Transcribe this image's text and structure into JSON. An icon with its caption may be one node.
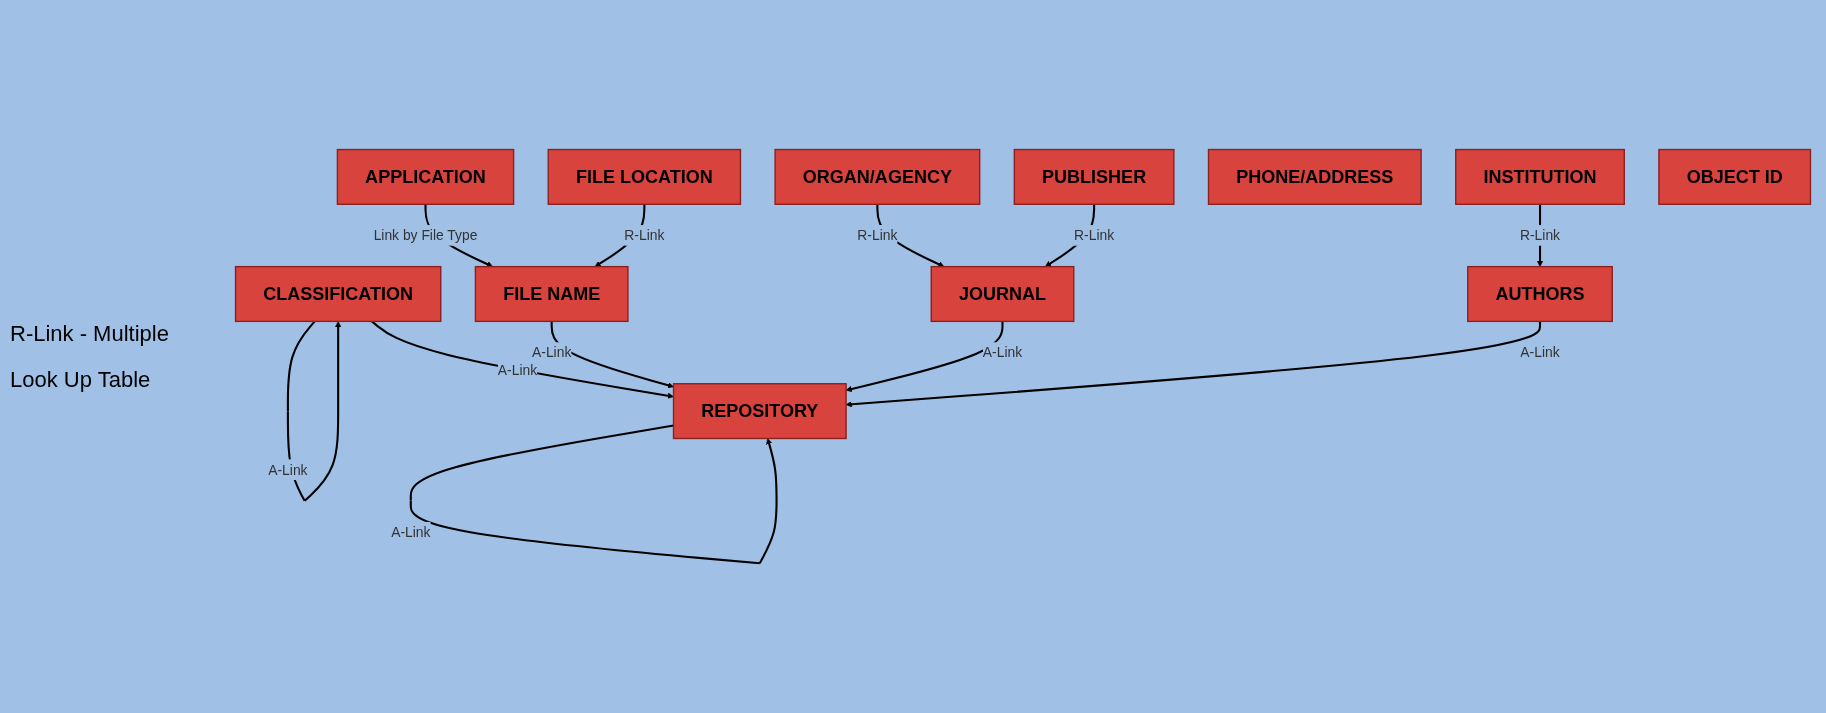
{
  "diagram": {
    "nodes": [
      {
        "text": [
          "APPLICATION"
        ]
      },
      {
        "text": [
          "CLASSIFICATION"
        ]
      },
      {
        "text": [
          "ORGAN/AGENCY"
        ]
      },
      {
        "text": [
          "FILE NAME"
        ]
      },
      {
        "text": [
          "REPOSITORY"
        ]
      },
      {
        "text": [
          "JOURNAL"
        ]
      },
      {
        "text": [
          "FILE LOCATION"
        ]
      },
      {
        "text": [
          "AUTHORS"
        ]
      },
      {
        "text": [
          "PUBLISHER"
        ]
      },
      {
        "text": [
          "PHONE/ADDRESS"
        ]
      },
      {
        "text": [
          "INSTITUTION"
        ]
      },
      {
        "text": [
          "OBJECT ID"
        ]
      }
    ],
    "edges": [
      {
        "from": 0,
        "to": 3,
        "arrow": "to",
        "label": "Link by File Type"
      },
      {
        "from": 1,
        "to": 4,
        "arrow": "to",
        "label": "A-Link"
      },
      {
        "from": 1,
        "to": 1,
        "arrow": "to",
        "label": "A-Link"
      },
      {
        "from": 2,
        "to": 5,
        "arrow": "to",
        "label": "R-Link"
      },
      {
        "from": 3,
        "to": 4,
        "arrow": "to",
        "label": "A-Link"
      },
      {
        "from": 4,
        "to": 4,
        "arrow": "to",
        "label": "A-Link"
      },
      {
        "from": 5,
        "to": 4,
        "arrow": "to",
        "label": "A-Link"
      },
      {
        "from": 6,
        "to": 3,
        "arrow": "to",
        "label": "R-Link"
      },
      {
        "from": 7,
        "to": 4,
        "arrow": "to",
        "label": "A-Link"
      },
      {
        "from": 8,
        "to": 5,
        "arrow": "to",
        "label": "R-Link"
      },
      {
        "from": 10,
        "to": 7,
        "arrow": "to",
        "label": "R-Link"
      }
    ],
    "labels": [
      "R-Link - Multiple",
      "Look Up Table"
    ]
  }
}
